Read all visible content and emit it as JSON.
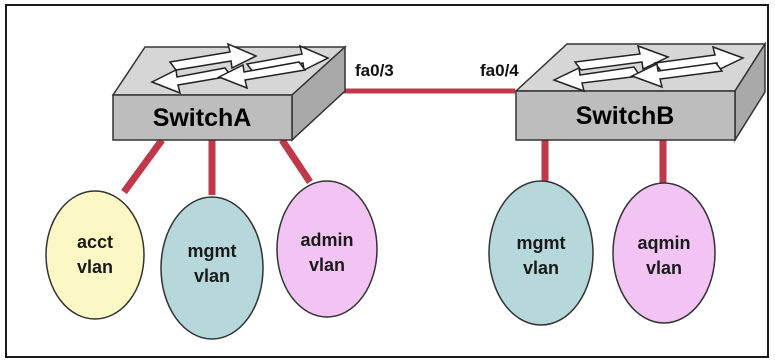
{
  "colors": {
    "frame": "#1a1a1a",
    "link": "#c0394a",
    "switch_top": "#d6d6d6",
    "switch_front": "#bdbdbd",
    "acct_vlan": "#fbf8c6",
    "mgmt_vlan": "#b7d8db",
    "admin_vlan": "#f2c4f3"
  },
  "switches": {
    "a": {
      "label": "SwitchA"
    },
    "b": {
      "label": "SwitchB"
    }
  },
  "ports": {
    "a": "fa0/3",
    "b": "fa0/4"
  },
  "vlans": {
    "acct": {
      "line1": "acct",
      "line2": "vlan"
    },
    "mgmt_a": {
      "line1": "mgmt",
      "line2": "vlan"
    },
    "admin_a": {
      "line1": "admin",
      "line2": "vlan"
    },
    "mgmt_b": {
      "line1": "mgmt",
      "line2": "vlan"
    },
    "admin_b": {
      "line1": "aqmin",
      "line2": "vlan"
    }
  }
}
